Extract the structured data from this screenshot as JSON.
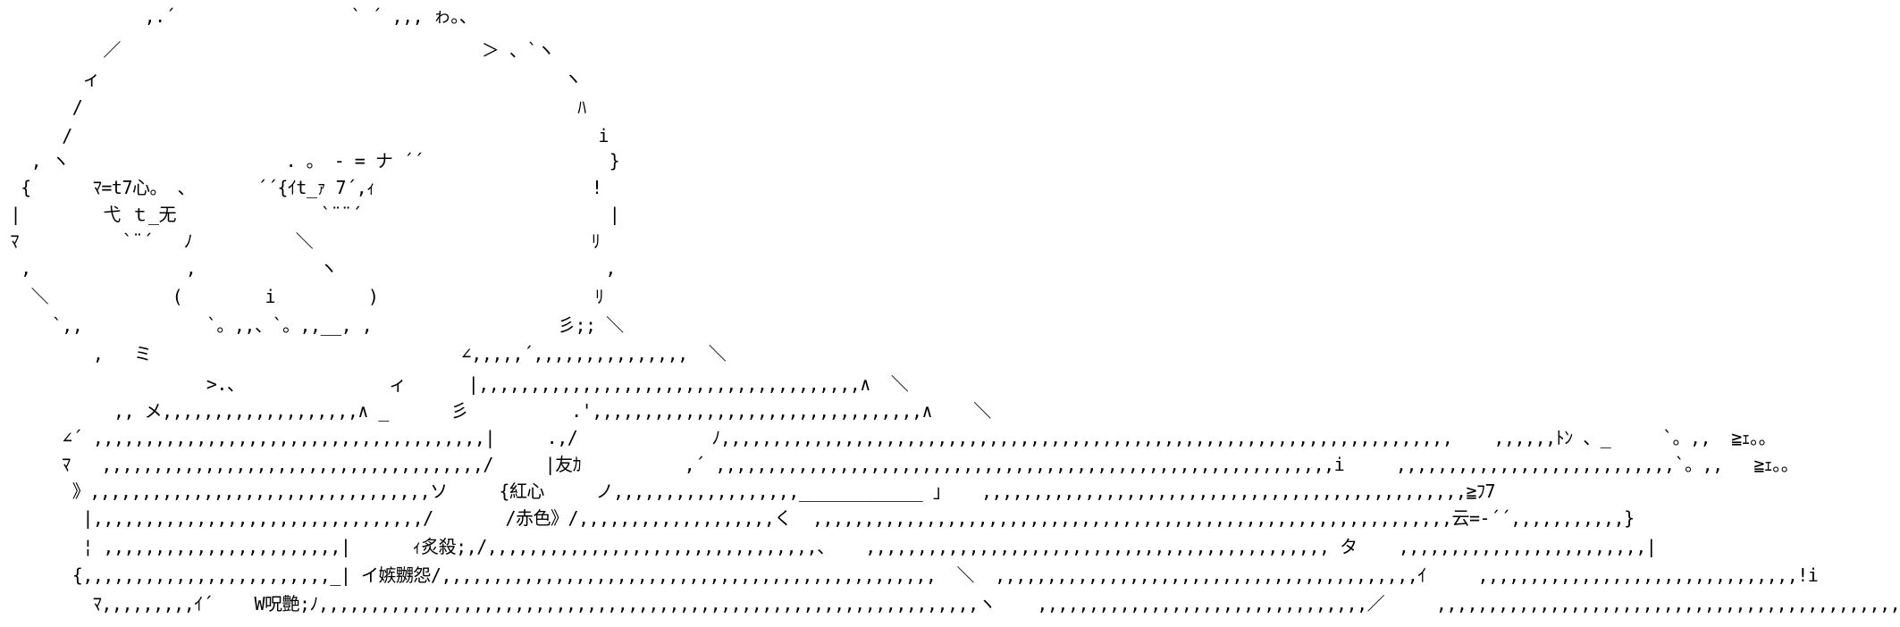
{
  "ascii_art": {
    "lines": [
      "              ,.´                 ` ´ ,,, ゎ。、",
      "          ／                                   ＞ 、`ヽ",
      "        ィ                                             ヽ",
      "       /                                                ﾊ",
      "      /                                                   i",
      "   , ヽ                     . 。 ‐ = ナ ´´                  }",
      "  {      ﾏ=t7心。 、      ´´{ｲt_ｧ 7´,ｨ                     !",
      " |        弋 ｔ_无              `¨¨´                        |",
      " ﾏ          `¨´   ﾉ          ＼                           ﾘ",
      "  ,               ,            ヽ                          ,",
      "   ＼            (        i         )                     ﾘ",
      "     `,,            `。,,、`。,,__, ,                  彡;; ＼",
      "         ,   ミ                              ∠,,,,,´,,,,,,,,,,,,,,,  ＼",
      "                    >.、              ィ      |,,,,,,,,,,,,,,,,,,,,,,,,,,,,,,,,,,,,,∧  ＼",
      "           ,, メ,,,,,,,,,,,,,,,,,,,∧ _      彡          .',,,,,,,,,,,,,,,,,,,,,,,,,,,,,,,,∧    ＼",
      "      ∠´ ,,,,,,,,,,,,,,,,,,,,,,,,,,,,,,,,,,,,,,|     .,/             ﾉ,,,,,,,,,,,,,,,,,,,,,,,,,,,,,,,,,,,,,,,,,,,,,,,,,,,,,,,,,,,,,,,,,,,,,,,    ,,,,,,ﾄﾝ 、_     `。,,  ≧ｪ。。",
      "      ﾏ   ,,,,,,,,,,,,,,,,,,,,,,,,,,,,,,,,,,,,,/     |友ｶ          ,´ ,,,,,,,,,,,,,,,,,,,,,,,,,,,,,,,,,,,,,,,,,,,,,,,,,,,,,,,,,,,,i     ,,,,,,,,,,,,,,,,,,,,,,,,,,,`。,,   ≧ｪ。。",
      "       》,,,,,,,,,,,,,,,,,,,,,,,,,,,,,,,,,ソ     {紅心     ノ,,,,,,,,,,,,,,,,,,____________ 」   ,,,,,,,,,,,,,,,,,,,,,,,,,,,,,,,,,,,,,,,,,,,,,,,≧ﾌ7",
      "        |,,,,,,,,,,,,,,,,,,,,,,,,,,,,,,,,/       /赤色》/,,,,,,,,,,,,,,,,,,,く  ,,,,,,,,,,,,,,,,,,,,,,,,,,,,,,,,,,,,,,,,,,,,,,,,,,,,,,,,,,,,,,云=-´´,,,,,,,,,,,}",
      "        ¦ ,,,,,,,,,,,,,,,,,,,,,,,|      ｨ炙殺;,/,,,,,,,,,,,,,,,,,,,,,,,,,,,,,,,,、   ,,,,,,,,,,,,,,,,,,,,,,,,,,,,,,,,,,,,,,,,,,,,, タ    ,,,,,,,,,,,,,,,,,,,,,,,,|",
      "       {,,,,,,,,,,,,,,,,,,,,,,,,_| イ嫉嬲怨/,,,,,,,,,,,,,,,,,,,,,,,,,,,,,,,,,,,,,,,,,,,,,,,,  ＼  ,,,,,,,,,,,,,,,,,,,,,,,,,,,,,,,,,,,,,,,,,ｲ     ,,,,,,,,,,,,,,,,,,,,,,,,,,,,,,,!i",
      "         ﾏ,,,,,,,,,ｲ´    W呪艶;ﾉ,,,,,,,,,,,,,,,,,,,,,,,,,,,,,,,,,,,,,,,,,,,,,,,,,,,,,,,,,,,,,,,,ヽ    ,,,,,,,,,,,,,,,,,,,,,,,,,,,,,,,,／     ,,,,,,,,,,,,,,,,,,,,,,,,,,,,,,,,,,,,,,,,,,,,,"
    ]
  }
}
